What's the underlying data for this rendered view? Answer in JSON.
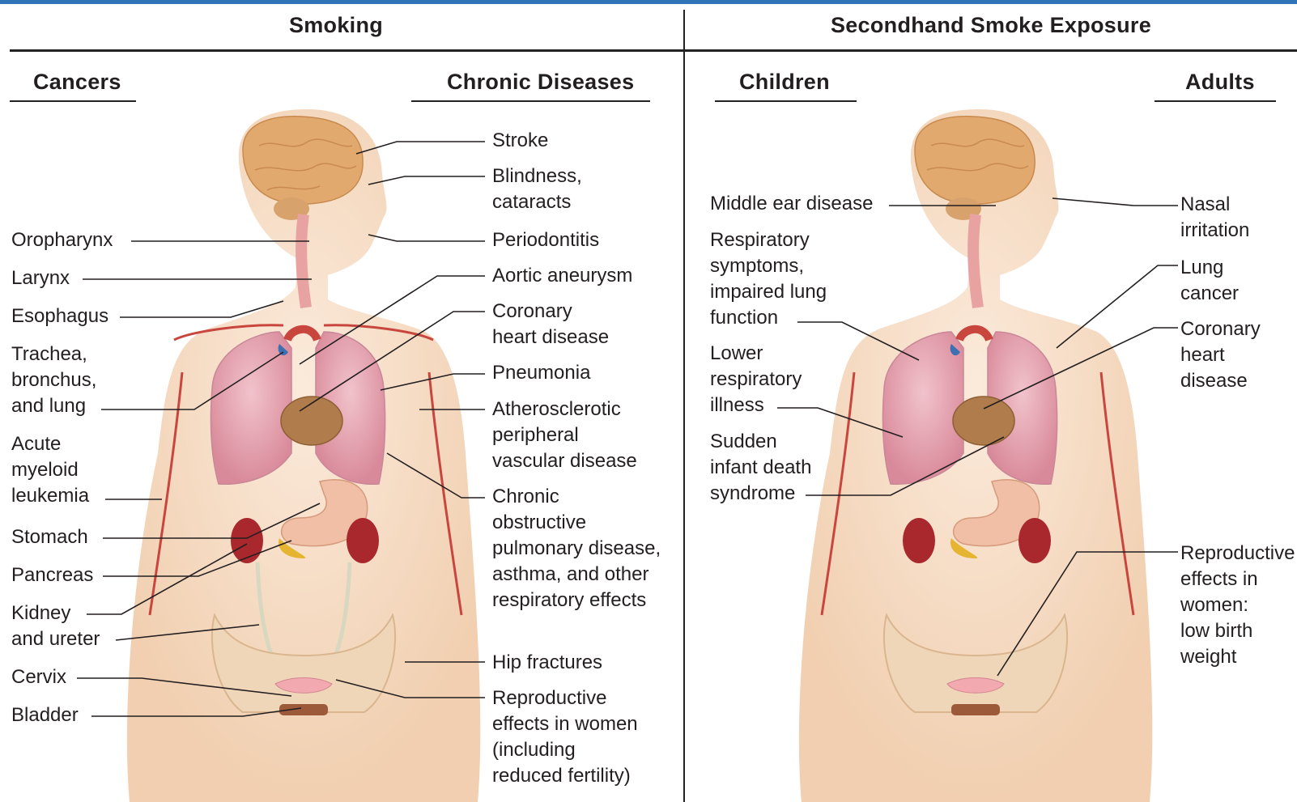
{
  "smoking": {
    "title": "Smoking",
    "cancers": {
      "heading": "Cancers",
      "labels": [
        "Oropharynx",
        "Larynx",
        "Esophagus",
        "Trachea,\nbronchus,\nand lung",
        "Acute\nmyeloid\nleukemia",
        "Stomach",
        "Pancreas",
        "Kidney\nand ureter",
        "Cervix",
        "Bladder"
      ]
    },
    "chronic": {
      "heading": "Chronic Diseases",
      "labels": [
        "Stroke",
        "Blindness,\ncataracts",
        "Periodontitis",
        "Aortic aneurysm",
        "Coronary\nheart disease",
        "Pneumonia",
        "Atherosclerotic\nperipheral\nvascular disease",
        "Chronic\nobstructive\npulmonary disease,\nasthma, and other\nrespiratory effects",
        "Hip fractures",
        "Reproductive\neffects in women\n(including\nreduced fertility)"
      ]
    }
  },
  "secondhand": {
    "title": "Secondhand Smoke Exposure",
    "children": {
      "heading": "Children",
      "labels": [
        "Middle ear disease",
        "Respiratory\nsymptoms,\nimpaired lung\nfunction",
        "Lower\nrespiratory\nillness",
        "Sudden\ninfant death\nsyndrome"
      ]
    },
    "adults": {
      "heading": "Adults",
      "labels": [
        "Nasal\nirritation",
        "Lung\ncancer",
        "Coronary\nheart\ndisease",
        "Reproductive\neffects in\nwomen:\nlow birth\nweight"
      ]
    }
  },
  "colors": {
    "accent_bar": "#2f74b7",
    "skin": "#f6dcc2",
    "lungs": "#e7a9b5",
    "artery": "#c8463e",
    "brain": "#e9b57c",
    "leader_line": "#231f20"
  }
}
